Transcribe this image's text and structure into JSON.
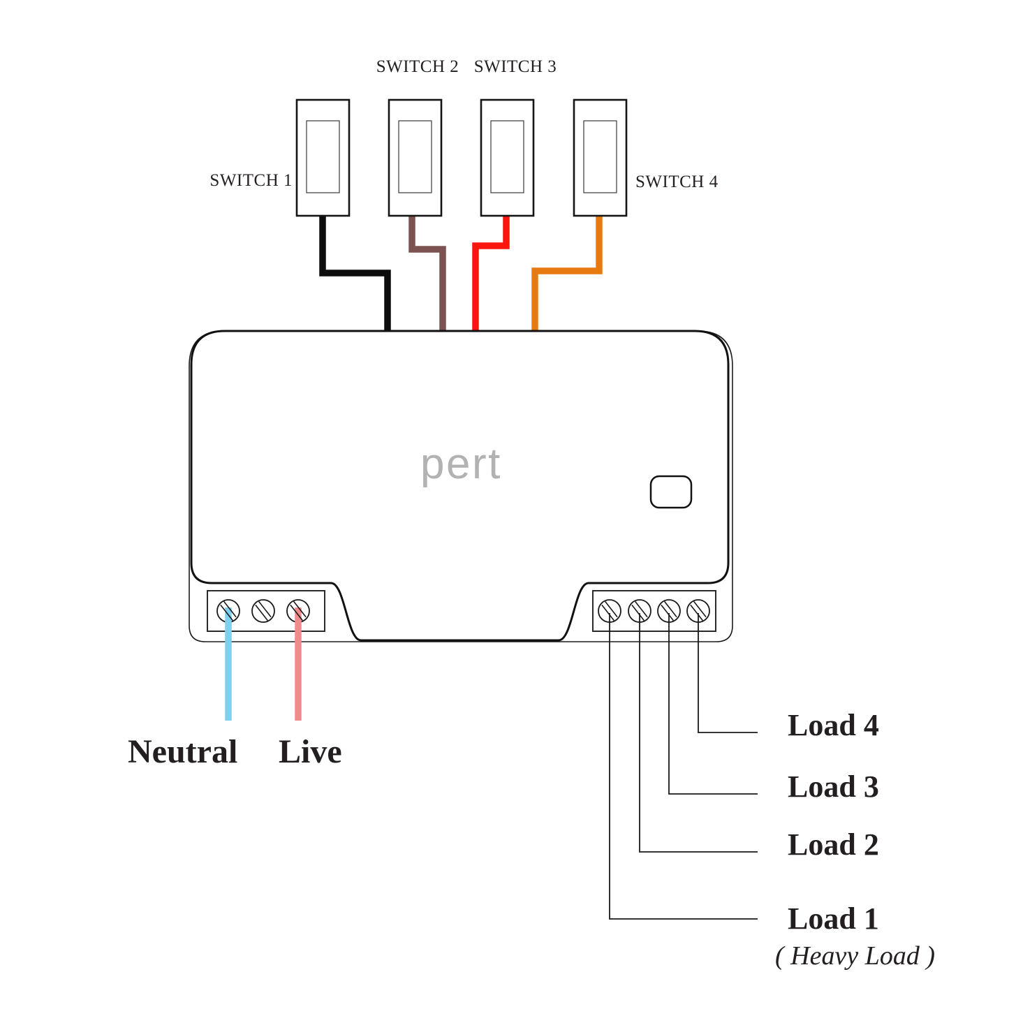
{
  "switches": [
    {
      "label": "SWITCH 1"
    },
    {
      "label": "SWITCH 2"
    },
    {
      "label": "SWITCH 3"
    },
    {
      "label": "SWITCH 4"
    }
  ],
  "device": {
    "brand": "pert"
  },
  "power_inputs": {
    "neutral": "Neutral",
    "live": "Live"
  },
  "loads": [
    {
      "label": "Load 4"
    },
    {
      "label": "Load 3"
    },
    {
      "label": "Load 2"
    },
    {
      "label": "Load 1",
      "note": "( Heavy Load )"
    }
  ],
  "wires": {
    "switch_wires": [
      {
        "switch": "SWITCH 1",
        "color": "#0d0d0d"
      },
      {
        "switch": "SWITCH 2",
        "color": "#7d5351"
      },
      {
        "switch": "SWITCH 3",
        "color": "#fb150f"
      },
      {
        "switch": "SWITCH 4",
        "color": "#e87a12"
      }
    ],
    "neutral_color": "#7fd0ee",
    "live_color": "#f18a8c"
  }
}
